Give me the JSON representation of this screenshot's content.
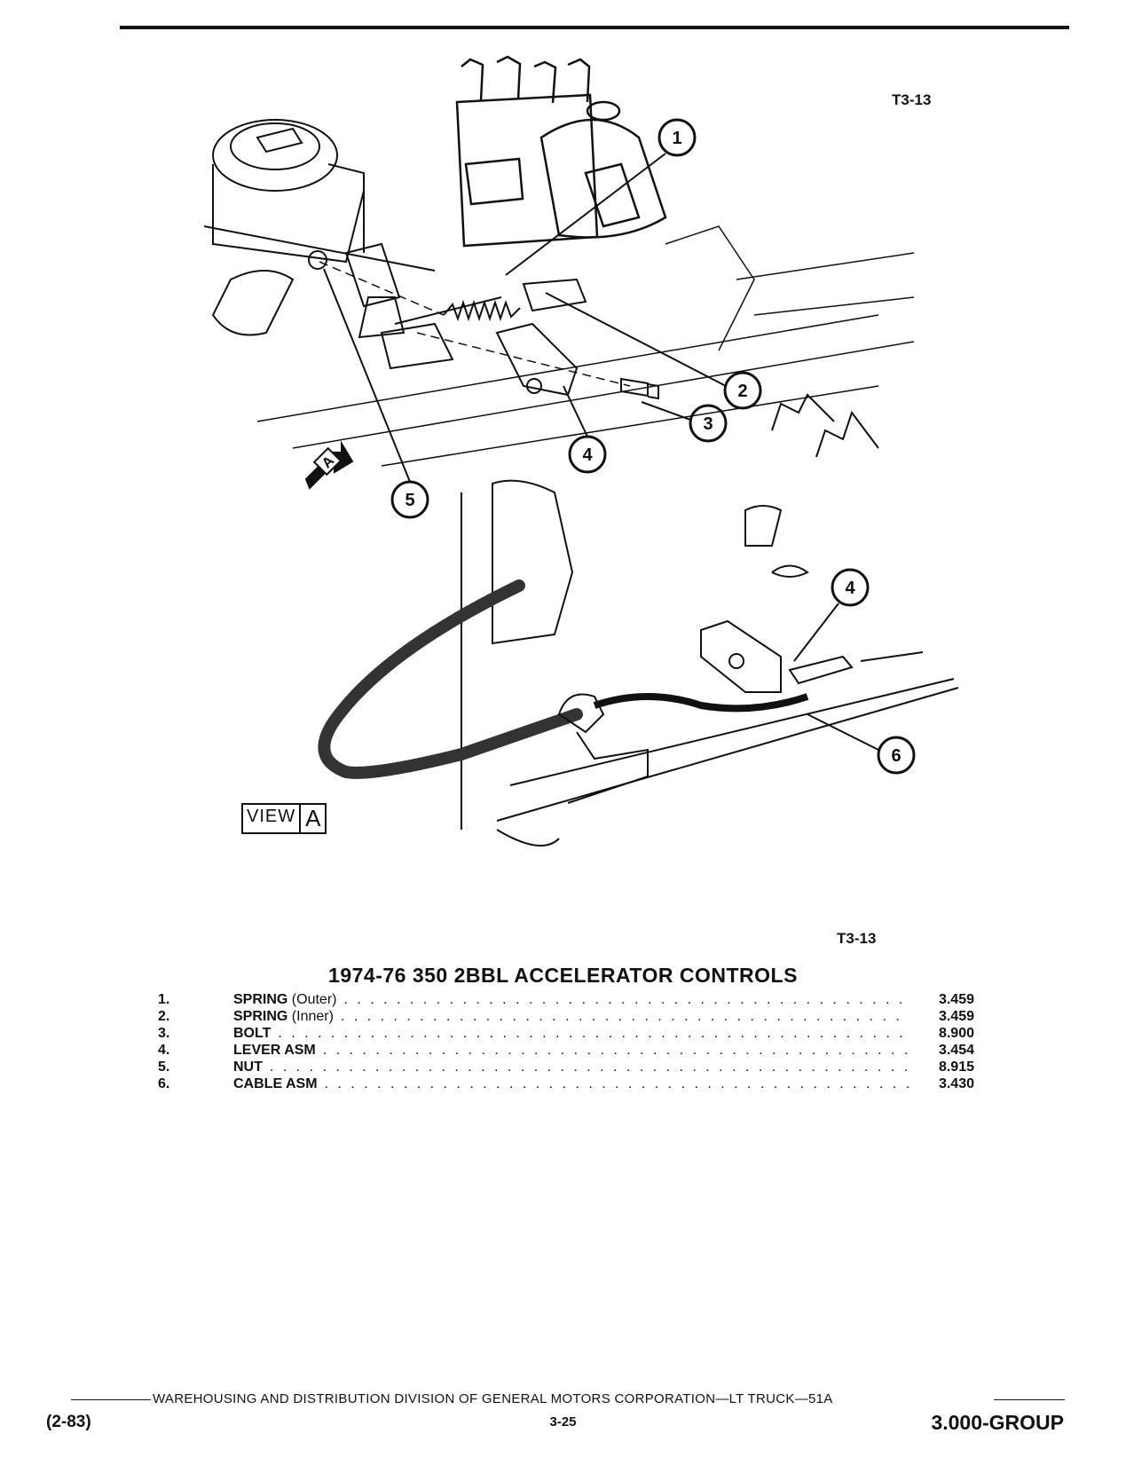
{
  "figure": {
    "code_top": "T3-13",
    "code_bottom": "T3-13",
    "callouts": [
      "1",
      "2",
      "3",
      "4",
      "5",
      "4",
      "6"
    ],
    "view_arrow_letter": "A",
    "view_label_word": "VIEW",
    "view_label_letter": "A"
  },
  "parts": {
    "title": "1974-76 350 2BBL ACCELERATOR CONTROLS",
    "items": [
      {
        "num": "1.",
        "name": "SPRING",
        "qualifier": "(Outer)",
        "code": "3.459"
      },
      {
        "num": "2.",
        "name": "SPRING",
        "qualifier": "(Inner)",
        "code": "3.459"
      },
      {
        "num": "3.",
        "name": "BOLT",
        "qualifier": "",
        "code": "8.900"
      },
      {
        "num": "4.",
        "name": "LEVER ASM",
        "qualifier": "",
        "code": "3.454"
      },
      {
        "num": "5.",
        "name": "NUT",
        "qualifier": "",
        "code": "8.915"
      },
      {
        "num": "6.",
        "name": "CABLE ASM",
        "qualifier": "",
        "code": "3.430"
      }
    ]
  },
  "footer": {
    "publisher": "WAREHOUSING AND DISTRIBUTION  DIVISION OF GENERAL MOTORS CORPORATION—LT TRUCK—51A",
    "date": "(2-83)",
    "page": "3-25",
    "group": "3.000-GROUP"
  }
}
